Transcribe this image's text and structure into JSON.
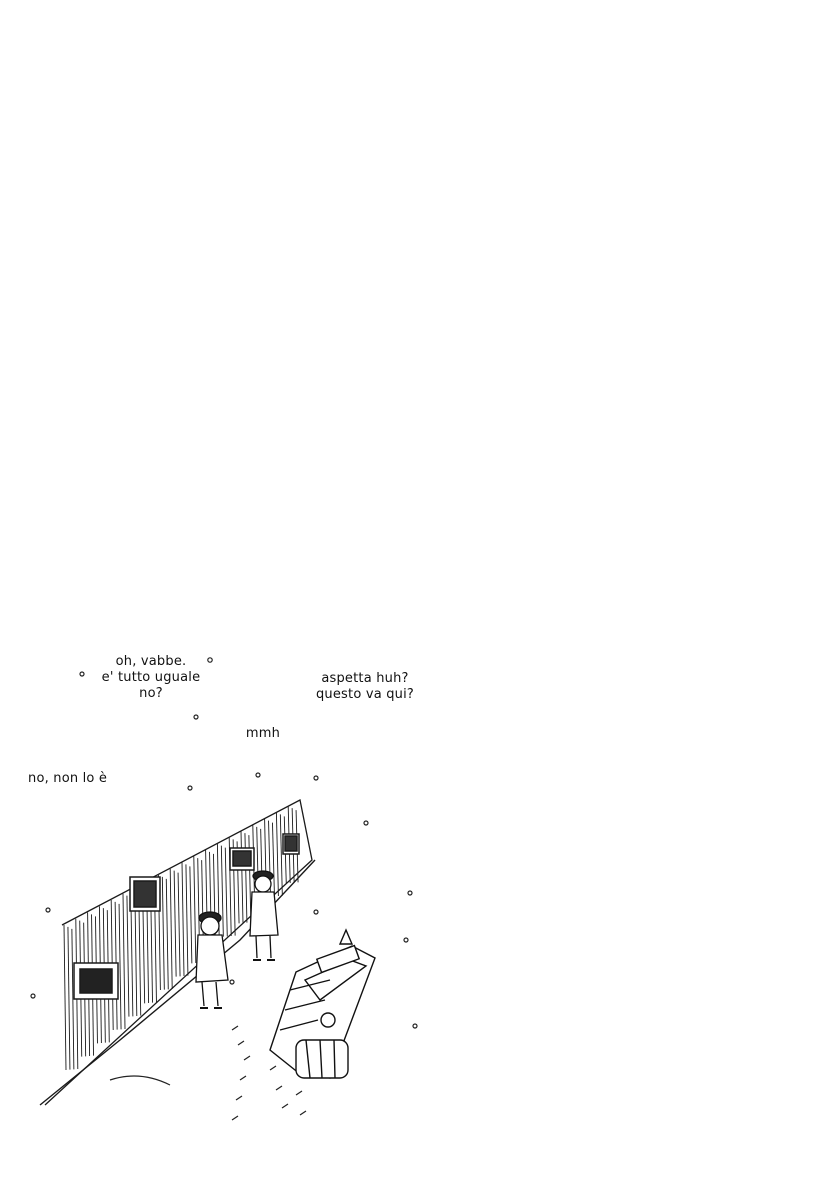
{
  "captions": {
    "line_a": "oh, vabbe.\ne' tutto uguale\nno?",
    "line_b": "aspetta huh?\nquesto va qui?",
    "line_c": "mmh",
    "line_d": "no, non lo è"
  },
  "colors": {
    "ink": "#111111",
    "paper": "#ffffff"
  }
}
